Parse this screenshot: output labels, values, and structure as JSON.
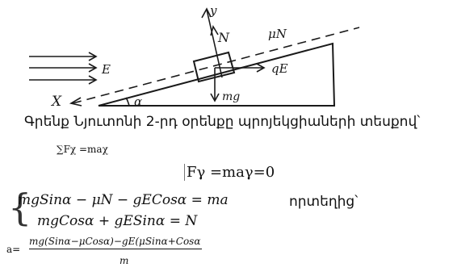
{
  "figure": {
    "labels": {
      "y": "y",
      "N": "N",
      "muN": "μN",
      "E": "E",
      "qE": "qE",
      "x": "X",
      "alpha": "α",
      "mg": "mg"
    }
  },
  "text": {
    "paragraph": "Գրենք Նյուտոնի 2-րդ օրենքը պրոյեկցիաների տեսքով՝",
    "sum_fx": "∑Fχ =maχ",
    "fy": "Fγ =maγ=0",
    "system_line1": "mgSinα − μN − gECosα = ma",
    "system_line2": "mgCosα + gESinα = N",
    "whence": "որտեղից՝",
    "a_lhs": "a=",
    "a_numerator": "mg(Sinα−μCosα)−gE(μSinα+Cosα",
    "a_denominator": "m"
  }
}
